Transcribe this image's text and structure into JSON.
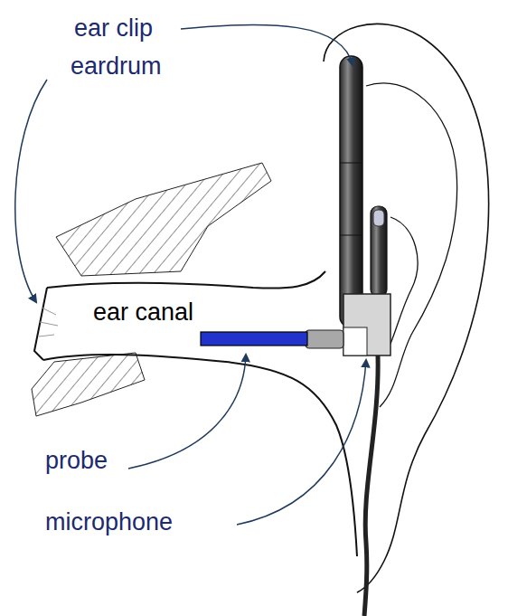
{
  "diagram": {
    "labels": [
      "ear clip",
      "eardrum",
      "ear canal",
      "probe",
      "microphone"
    ]
  }
}
